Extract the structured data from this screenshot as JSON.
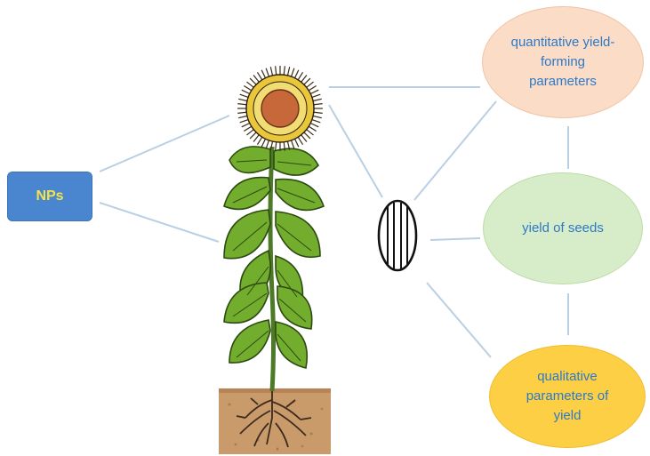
{
  "nodes": {
    "nps": "NPs",
    "quantitative": "quantitative yield-forming parameters",
    "yield_of_seeds": "yield of seeds",
    "qualitative": "qualitative parameters of yield"
  },
  "icons": {
    "plant": "sunflower-plant-icon",
    "seed": "seed-icon"
  },
  "colors": {
    "nps_box": "#4a86cf",
    "nps_text": "#f3e24a",
    "quantitative_fill": "#fbdcc6",
    "yield_fill": "#d7ecc9",
    "qualitative_fill": "#fccf45",
    "label_text": "#2e79c7",
    "connector": "#b9cfe3"
  }
}
